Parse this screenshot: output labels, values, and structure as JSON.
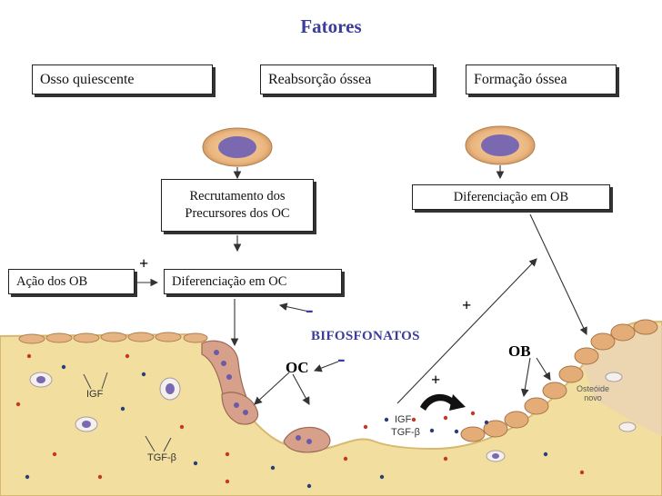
{
  "title": "Fatores",
  "columns": {
    "quiescent": "Osso quiescente",
    "resorption": "Reabsorção óssea",
    "formation": "Formação óssea"
  },
  "boxes": {
    "recruitment_line1": "Recrutamento dos",
    "recruitment_line2": "Precursores dos OC",
    "diff_ob": "Diferenciação em OB",
    "ob_action": "Ação dos OB",
    "diff_oc": "Diferenciação em OC"
  },
  "labels": {
    "bisphosphonates": "BIFOSFONATOS",
    "oc": "OC",
    "ob": "OB",
    "plus": "+",
    "minus": "-"
  },
  "illustration": {
    "igf_left": "IGF",
    "tgf_left": "TGF-β",
    "igf_center": "IGF",
    "tgf_center": "TGF-β",
    "osteoid_line1": "Osteóide",
    "osteoid_line2": "novo"
  },
  "colors": {
    "title": "#3c3c9a",
    "bisphosphonates": "#3c3c9a",
    "bone": "#f2dfa0",
    "osteoclast": "#d6a08a",
    "cell_nucleus": "#7a68b0"
  }
}
